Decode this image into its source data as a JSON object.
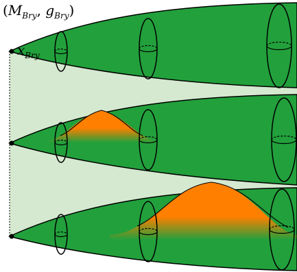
{
  "labels": {
    "top_label": {
      "open": "(",
      "M": "M",
      "M_sub": "Bry",
      "comma": ", ",
      "g": "g",
      "g_sub": "Bry",
      "close": ")"
    },
    "point_label": {
      "x": "x",
      "x_sub": "Bry"
    }
  },
  "colors": {
    "horn_fill": "#22a03c",
    "band_fill": "#d4e9cf",
    "bump_fill": "#ff7f00",
    "outline": "#000000"
  }
}
